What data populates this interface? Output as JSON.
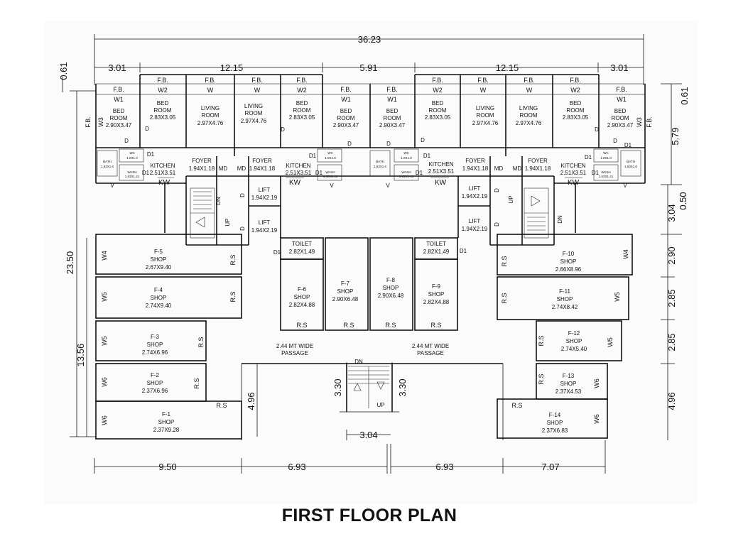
{
  "title": "FIRST FLOOR PLAN",
  "dims": {
    "overall": "36.23",
    "top_a": "3.01",
    "top_b": "12.15",
    "top_c": "5.91",
    "top_d": "12.15",
    "top_e": "3.01",
    "left_top": "0.61",
    "right_top": "0.61",
    "right_flat": "5.79",
    "right_050": "0.50",
    "right_304": "3.04",
    "left_total": "23.50",
    "left_shops": "13.56",
    "left_496": "4.96",
    "right_290": "2.90",
    "right_285a": "2.85",
    "right_285b": "2.85",
    "right_496": "4.96",
    "stair_330a": "3.30",
    "stair_330b": "3.30",
    "stair_304": "3.04",
    "bot_950": "9.50",
    "bot_693a": "6.93",
    "bot_693b": "6.93",
    "bot_707": "7.07"
  },
  "flats": {
    "fb": "F.B.",
    "w": "W",
    "w1": "W1",
    "w2": "W2",
    "w3": "W3",
    "w4": "W4",
    "w5": "W5",
    "w6": "W6",
    "bed": "BED",
    "room": "ROOM",
    "bed_a": "2.90X3.47",
    "bed_b": "2.83X3.05",
    "living": "LIVING",
    "living_room": "ROOM",
    "living_size": "2.97X4.76",
    "kitchen": "KITCHEN",
    "kitchen_size": "2.51X3.51",
    "foyer": "FOYER",
    "foyer_size": "1.94X1.18",
    "md": "MD",
    "d": "D",
    "d1": "D1",
    "v": "V",
    "kw": "KW",
    "wash": "WASH",
    "wash_size": "1.63X1.41",
    "wc_tag": "WC",
    "wc_size": "1.0X1.0",
    "bath_tag": "BATH",
    "bath_size": "1.63X1.0"
  },
  "core": {
    "lift": "LIFT",
    "lift_size": "1.94X2.19",
    "dn": "DN",
    "up": "UP",
    "toilet": "TOILET",
    "toilet_size": "2.82X1.49",
    "rs": "R.S",
    "shop": "SHOP",
    "passage_1": "2.44 MT WIDE",
    "passage_2": "PASSAGE"
  },
  "shops": [
    {
      "id": "F-1",
      "size": "2.37X9.28"
    },
    {
      "id": "F-2",
      "size": "2.37X6.96"
    },
    {
      "id": "F-3",
      "size": "2.74X6.96"
    },
    {
      "id": "F-4",
      "size": "2.74X9.40"
    },
    {
      "id": "F-5",
      "size": "2.67X9.40"
    },
    {
      "id": "F-6",
      "size": "2.82X4.88"
    },
    {
      "id": "F-7",
      "size": "2.90X6.48"
    },
    {
      "id": "F-8",
      "size": "2.90X6.48"
    },
    {
      "id": "F-9",
      "size": "2.82X4.88"
    },
    {
      "id": "F-10",
      "size": "2.66X8.96"
    },
    {
      "id": "F-11",
      "size": "2.74X8.42"
    },
    {
      "id": "F-12",
      "size": "2.74X5.40"
    },
    {
      "id": "F-13",
      "size": "2.37X4.53"
    },
    {
      "id": "F-14",
      "size": "2.37X6.83"
    }
  ]
}
